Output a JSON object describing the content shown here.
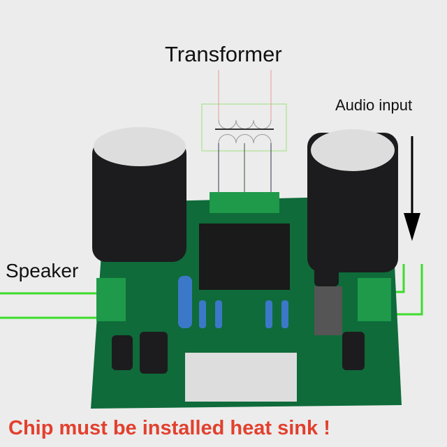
{
  "labels": {
    "transformer": "Transformer",
    "audio_input": "Audio input",
    "speaker": "Speaker",
    "warning": "Chip must be installed heat sink !"
  },
  "colors": {
    "background": "#ececec",
    "pcb": "#0f6b3a",
    "wire": "#3ddc2a",
    "warning": "#e2402e",
    "capacitor": "#1c1c1e"
  }
}
